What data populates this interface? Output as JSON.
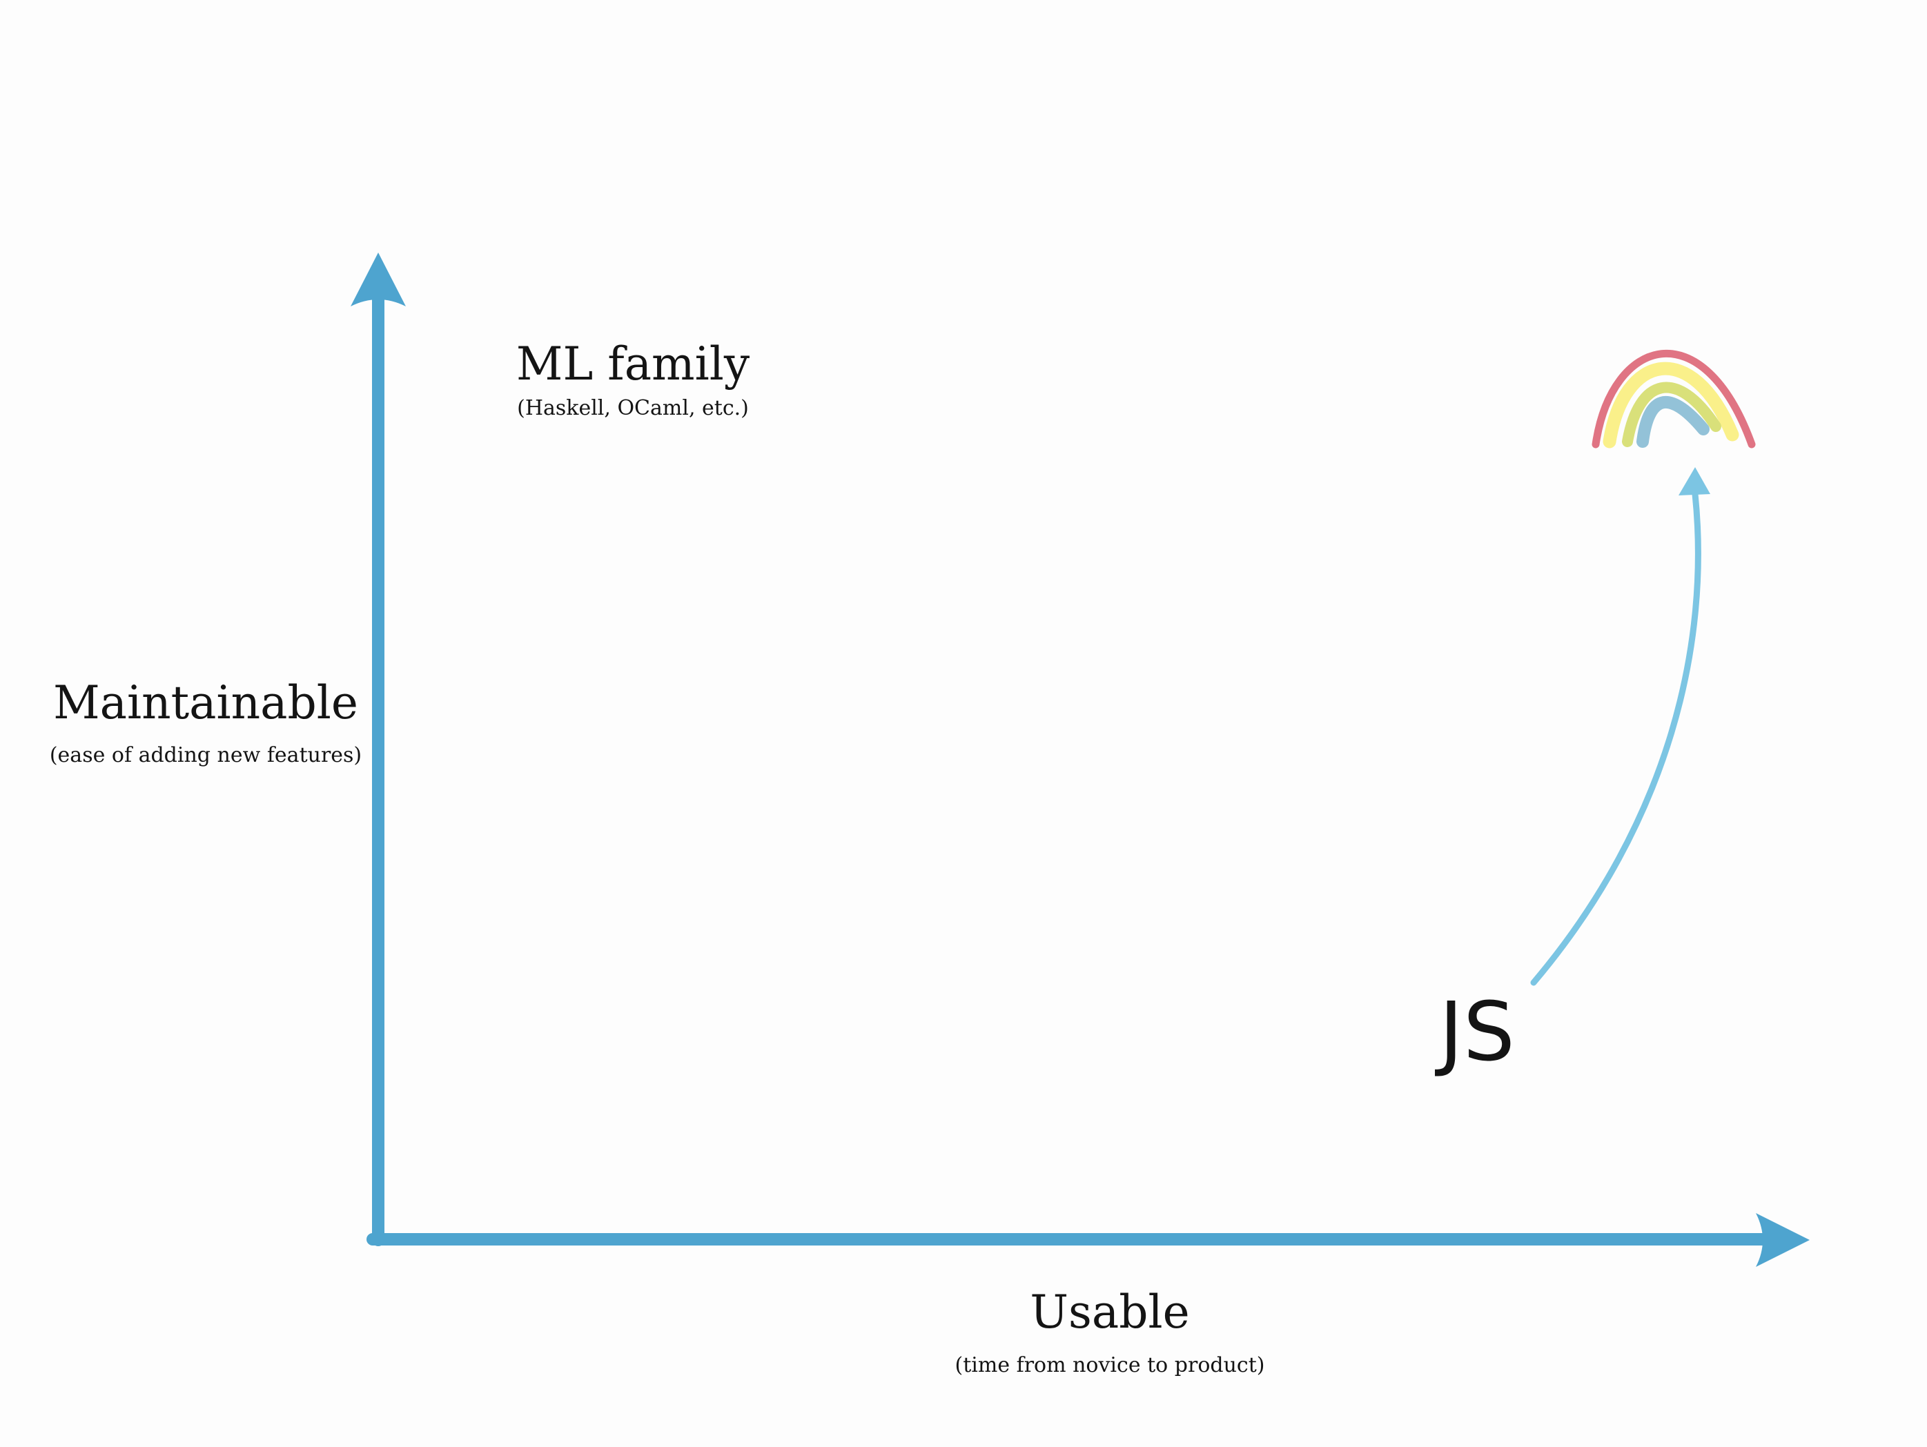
{
  "labels": {
    "ml_family": "ML family",
    "ml_family_examples": "(Haskell, OCaml, etc.)",
    "y_axis": "Maintainable",
    "y_axis_sub": "(ease of adding new features)",
    "x_axis": "Usable",
    "x_axis_sub": "(time from novice to product)",
    "js": "JS"
  },
  "colors": {
    "axis": "#4ea4cf",
    "js_arrow": "#7cc5e3",
    "text": "#141414",
    "rainbow_outer": "#e07483",
    "rainbow_second": "#faf08a",
    "rainbow_third": "#d9e07a",
    "rainbow_inner": "#93c2d8"
  },
  "icons": {
    "rainbow": "rainbow-icon"
  }
}
